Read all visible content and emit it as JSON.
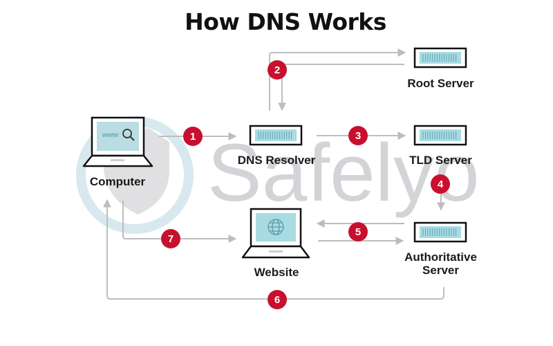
{
  "title": "How DNS Works",
  "watermark": {
    "text": "Safelyo",
    "icon": "shield-lock-icon"
  },
  "colors": {
    "step_badge": "#c8102e",
    "arrow": "#bdbdbd",
    "screen": "#a9dbe2",
    "outline": "#111111",
    "watermark_gray": "#d3d4d8",
    "watermark_blue": "#d7e9ee"
  },
  "nodes": {
    "computer": {
      "label": "Computer",
      "icon": "laptop-www-search-icon",
      "screen_text": "www"
    },
    "resolver": {
      "label": "DNS Resolver",
      "icon": "server-icon"
    },
    "root": {
      "label": "Root Server",
      "icon": "server-icon"
    },
    "tld": {
      "label": "TLD Server",
      "icon": "server-icon"
    },
    "auth": {
      "label_line1": "Authoritative",
      "label_line2": "Server",
      "icon": "server-icon"
    },
    "website": {
      "label": "Website",
      "icon": "laptop-globe-icon"
    }
  },
  "steps": [
    "1",
    "2",
    "3",
    "4",
    "5",
    "6",
    "7"
  ]
}
